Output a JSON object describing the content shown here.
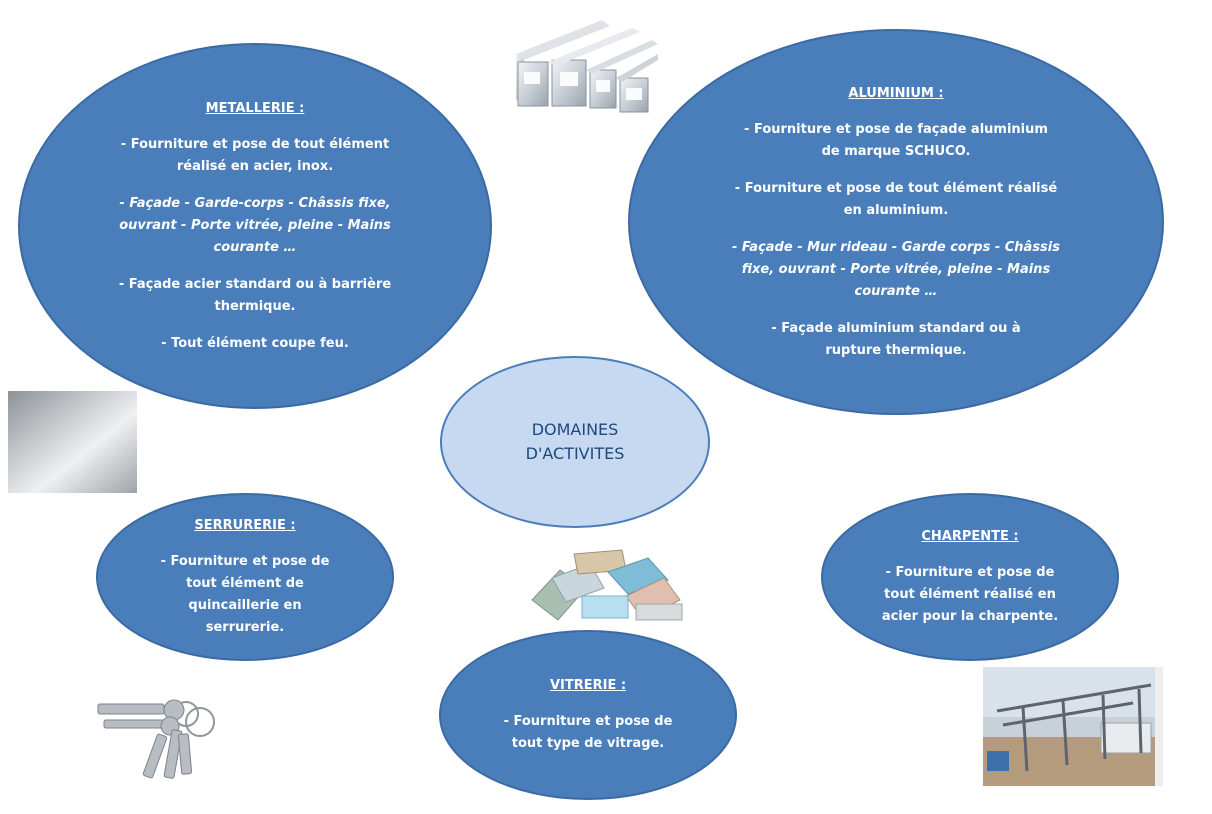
{
  "center": {
    "line1": "DOMAINES",
    "line2": "D'ACTIVITES"
  },
  "metallerie": {
    "title": "METALLERIE :",
    "p1": "- Fourniture et pose de tout élément réalisé en acier, inox.",
    "p2": "- Façade - Garde-corps - Châssis fixe, ouvrant - Porte vitrée, pleine - Mains courante …",
    "p3": "- Façade acier standard ou à barrière thermique.",
    "p4": "- Tout élément coupe feu."
  },
  "aluminium": {
    "title": "ALUMINIUM :",
    "p1": "- Fourniture et pose de façade aluminium de marque SCHUCO.",
    "p2": "- Fourniture et pose de tout élément réalisé en aluminium.",
    "p3": "- Façade - Mur rideau - Garde corps - Châssis fixe, ouvrant - Porte vitrée, pleine - Mains courante …",
    "p4": "- Façade aluminium standard ou à rupture thermique."
  },
  "serrurerie": {
    "title": "SERRURERIE :",
    "p1": "- Fourniture et pose de tout élément de quincaillerie en serrurerie."
  },
  "charpente": {
    "title": "CHARPENTE :",
    "p1": "- Fourniture et pose de tout élément réalisé en acier pour la charpente."
  },
  "vitrerie": {
    "title": "VITRERIE :",
    "p1": "- Fourniture et pose de tout type de vitrage."
  },
  "colors": {
    "ellipse_fill": "#4a7ebb",
    "center_fill": "#c6d9f1",
    "center_text": "#1f497d"
  },
  "icons": [
    "aluminium-profiles-image",
    "brushed-steel-image",
    "glass-panes-image",
    "keys-image",
    "steel-frame-image"
  ]
}
